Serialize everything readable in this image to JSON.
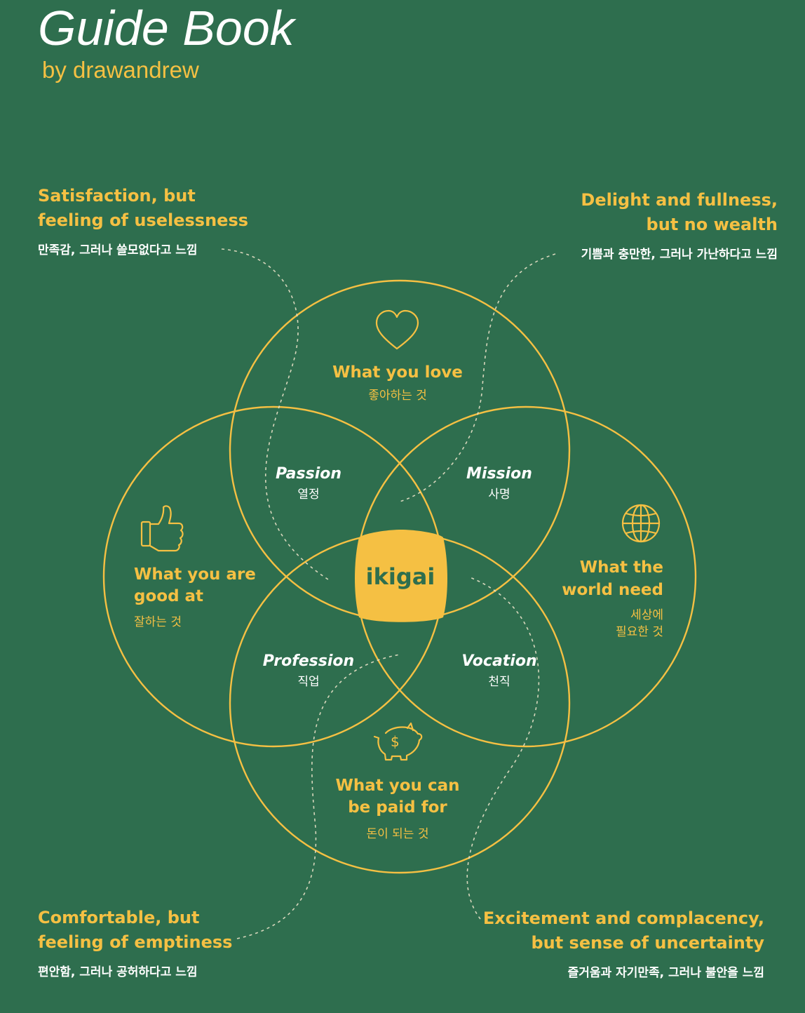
{
  "header": {
    "title": "Guide Book",
    "subtitle": "by drawandrew"
  },
  "circles": {
    "love": {
      "label": "What you love",
      "korean": "좋아하는 것",
      "icon": "heart-icon"
    },
    "good_at": {
      "label_line1": "What you are",
      "label_line2": "good at",
      "korean": "잘하는 것",
      "icon": "thumbs-up-icon"
    },
    "world_need": {
      "label_line1": "What the",
      "label_line2": "world need",
      "korean_line1": "세상에",
      "korean_line2": "필요한 것",
      "icon": "globe-icon"
    },
    "paid_for": {
      "label_line1": "What you can",
      "label_line2": "be paid for",
      "korean": "돈이 되는 것",
      "icon": "piggy-bank-icon"
    }
  },
  "intersections": {
    "passion": {
      "label": "Passion",
      "korean": "열정"
    },
    "mission": {
      "label": "Mission",
      "korean": "사명"
    },
    "profession": {
      "label": "Profession",
      "korean": "직업"
    },
    "vocation": {
      "label": "Vocation",
      "korean": "천직"
    }
  },
  "center": {
    "label": "ikigai"
  },
  "corners": {
    "top_left": {
      "line1": "Satisfaction, but",
      "line2": "feeling of uselessness",
      "korean": "만족감, 그러나 쓸모없다고 느낌"
    },
    "top_right": {
      "line1": "Delight and fullness,",
      "line2": "but no wealth",
      "korean": "기쁨과 충만한, 그러나 가난하다고 느낌"
    },
    "bottom_left": {
      "line1": "Comfortable, but",
      "line2": "feeling of emptiness",
      "korean": "편안함, 그러나 공허하다고 느낌"
    },
    "bottom_right": {
      "line1": "Excitement and complacency,",
      "line2": "but sense of uncertainty",
      "korean": "즐거움과 자기만족, 그러나 불안을 느낌"
    }
  },
  "colors": {
    "background": "#2e6e4e",
    "accent": "#f5c043",
    "text": "#ffffff"
  }
}
